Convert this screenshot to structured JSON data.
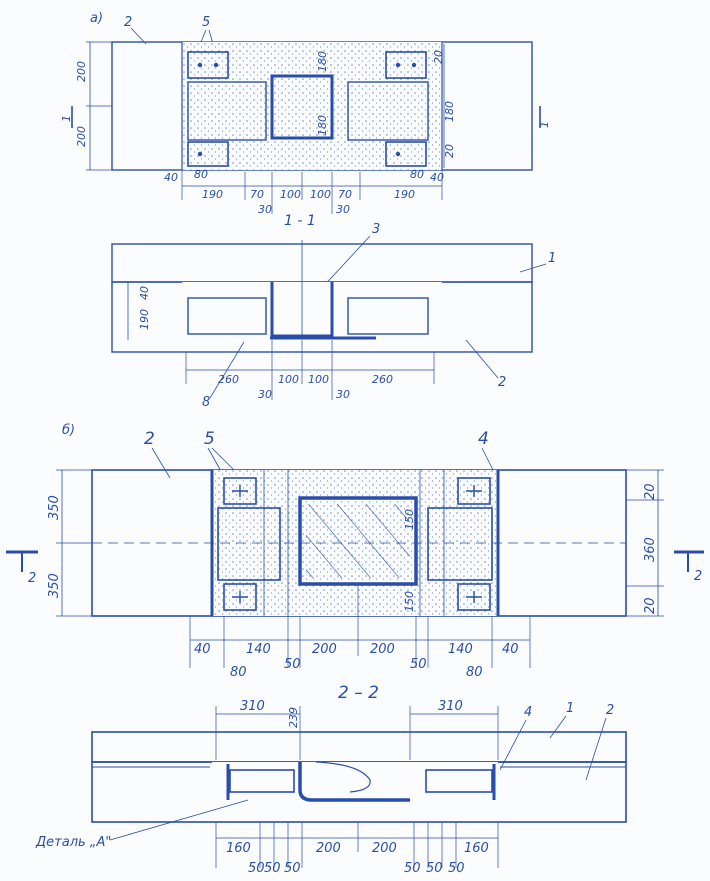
{
  "colors": {
    "ink": "#2a4ea8",
    "paper": "#fbfcfe",
    "hatch": "#6d8ed2"
  },
  "figure_a": {
    "label": "а)",
    "callouts": {
      "block": "2",
      "plates": "5"
    },
    "left_heights": [
      "200",
      "200"
    ],
    "right_heights": [
      "20",
      "180",
      "20"
    ],
    "core_heights": [
      "180",
      "180"
    ],
    "inner_small": {
      "left": "80",
      "right": "80",
      "left_edge": "40",
      "right_edge": "40"
    },
    "bottom_row1": [
      "190",
      "70",
      "100",
      "100",
      "70",
      "190"
    ],
    "bottom_row2": [
      "30",
      "30"
    ],
    "section_marks": {
      "left": "1",
      "right": "1"
    }
  },
  "section_1": {
    "title": "1 - 1",
    "callouts": {
      "slab": "1",
      "block": "2",
      "core": "3",
      "detail": "8"
    },
    "height": "190",
    "height_small": "40",
    "bottom_row1": [
      "260",
      "100",
      "100",
      "260"
    ],
    "bottom_row2": [
      "30",
      "30"
    ]
  },
  "figure_b": {
    "label": "б)",
    "callouts": {
      "block": "2",
      "plates": "5",
      "strip": "4"
    },
    "left_heights": [
      "350",
      "350"
    ],
    "right_heights": [
      "20",
      "360",
      "20"
    ],
    "core_heights": [
      "150",
      "150"
    ],
    "bottom_row1": [
      "40",
      "140",
      "200",
      "200",
      "140",
      "40"
    ],
    "bottom_row2": [
      "80",
      "50",
      "50",
      "80"
    ],
    "section_marks": {
      "left": "2",
      "right": "2"
    }
  },
  "section_2": {
    "title": "2 – 2",
    "callouts": {
      "slab": "1",
      "block": "2",
      "strip": "4"
    },
    "top_dims": [
      "310",
      "310"
    ],
    "vertical_dim": "239",
    "bottom_row1": [
      "160",
      "200",
      "200",
      "160"
    ],
    "bottom_row2": [
      "50",
      "50",
      "50",
      "50",
      "50",
      "50"
    ],
    "detail_label": "Деталь „А\""
  }
}
